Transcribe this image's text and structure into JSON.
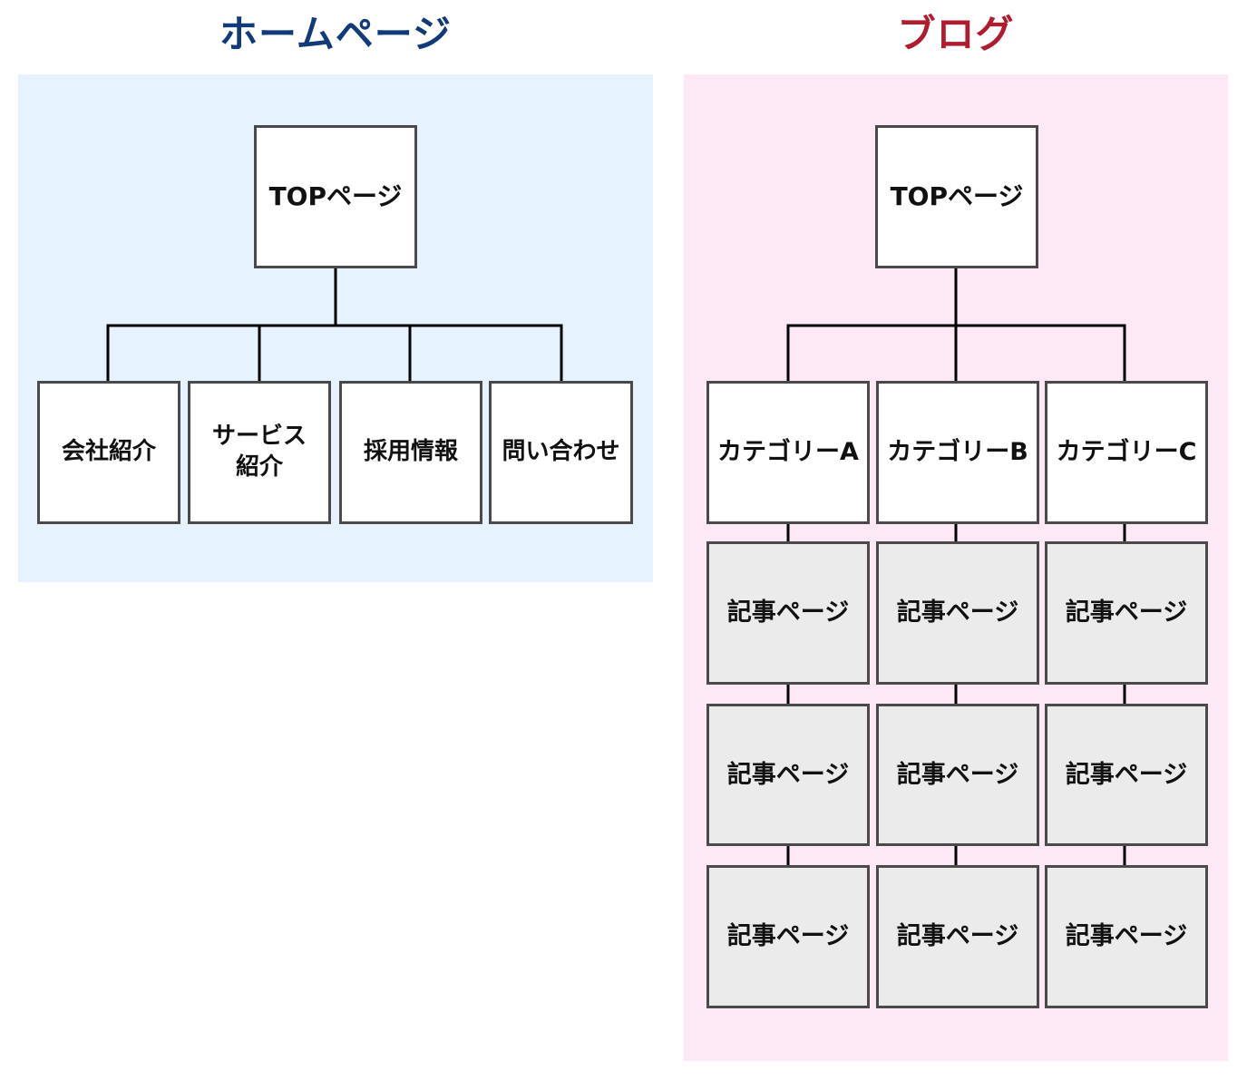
{
  "colors": {
    "homepage_title": "#123a78",
    "blog_title": "#b21a2e",
    "homepage_bg": "#e6f2fe",
    "blog_bg": "#fde8f5",
    "node_bg": "#ffffff",
    "article_bg": "#ebebeb",
    "line": "#000000",
    "border": "#4a4a4a"
  },
  "homepage": {
    "title": "ホームページ",
    "top": "TOPページ",
    "children": [
      "会社紹介",
      "サービス\n紹介",
      "採用情報",
      "問い合わせ"
    ]
  },
  "blog": {
    "title": "ブログ",
    "top": "TOPページ",
    "categories": [
      {
        "label": "カテゴリーA",
        "articles": [
          "記事ページ",
          "記事ページ",
          "記事ページ"
        ]
      },
      {
        "label": "カテゴリーB",
        "articles": [
          "記事ページ",
          "記事ページ",
          "記事ページ"
        ]
      },
      {
        "label": "カテゴリーC",
        "articles": [
          "記事ページ",
          "記事ページ",
          "記事ページ"
        ]
      }
    ]
  }
}
